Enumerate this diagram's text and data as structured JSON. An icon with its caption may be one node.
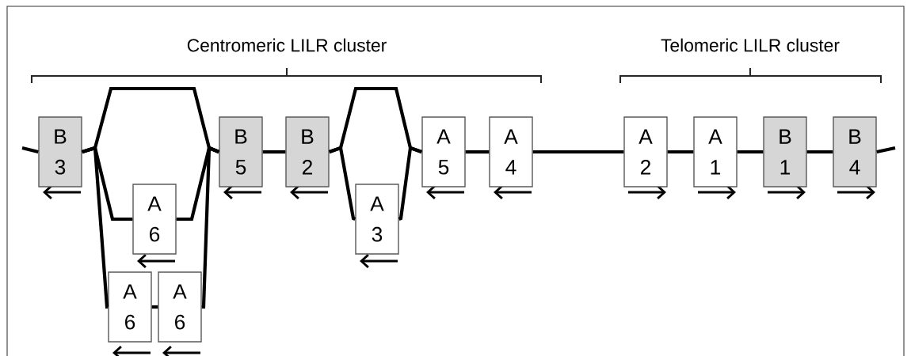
{
  "diagram": {
    "nodes": [
      {
        "text": [
          "B 3"
        ]
      },
      {
        "text": [
          "A 6"
        ]
      },
      {
        "text": [
          "A 6"
        ]
      },
      {
        "text": [
          "A 6"
        ]
      },
      {
        "text": [
          "B 5"
        ]
      },
      {
        "text": [
          "B 2"
        ]
      },
      {
        "text": [
          "A 3"
        ]
      },
      {
        "text": [
          "A 5"
        ]
      },
      {
        "text": [
          "A 4"
        ]
      },
      {
        "text": [
          "A 2"
        ]
      },
      {
        "text": [
          "A 1"
        ]
      },
      {
        "text": [
          "B 1"
        ]
      },
      {
        "text": [
          "B 4"
        ]
      }
    ],
    "edges": [
      {
        "from": null,
        "to": 0,
        "arrow": "none"
      },
      {
        "from": 0,
        "to": 4,
        "arrow": "none"
      },
      {
        "from": 0,
        "to": 1,
        "arrow": "none"
      },
      {
        "from": 1,
        "to": 4,
        "arrow": "none"
      },
      {
        "from": 0,
        "to": 2,
        "arrow": "none"
      },
      {
        "from": 2,
        "to": 3,
        "arrow": "none"
      },
      {
        "from": 3,
        "to": 4,
        "arrow": "none"
      },
      {
        "from": 4,
        "to": 5,
        "arrow": "none"
      },
      {
        "from": 5,
        "to": 7,
        "arrow": "none"
      },
      {
        "from": 5,
        "to": 6,
        "arrow": "none"
      },
      {
        "from": 6,
        "to": 7,
        "arrow": "none"
      },
      {
        "from": 7,
        "to": 8,
        "arrow": "none"
      },
      {
        "from": 8,
        "to": 9,
        "arrow": "none"
      },
      {
        "from": 9,
        "to": 10,
        "arrow": "none"
      },
      {
        "from": 10,
        "to": 11,
        "arrow": "none"
      },
      {
        "from": 11,
        "to": 12,
        "arrow": "none"
      },
      {
        "from": 12,
        "to": null,
        "arrow": "none"
      }
    ],
    "labels": [
      "Centromeric LILR cluster",
      "Telomeric LILR cluster"
    ]
  }
}
